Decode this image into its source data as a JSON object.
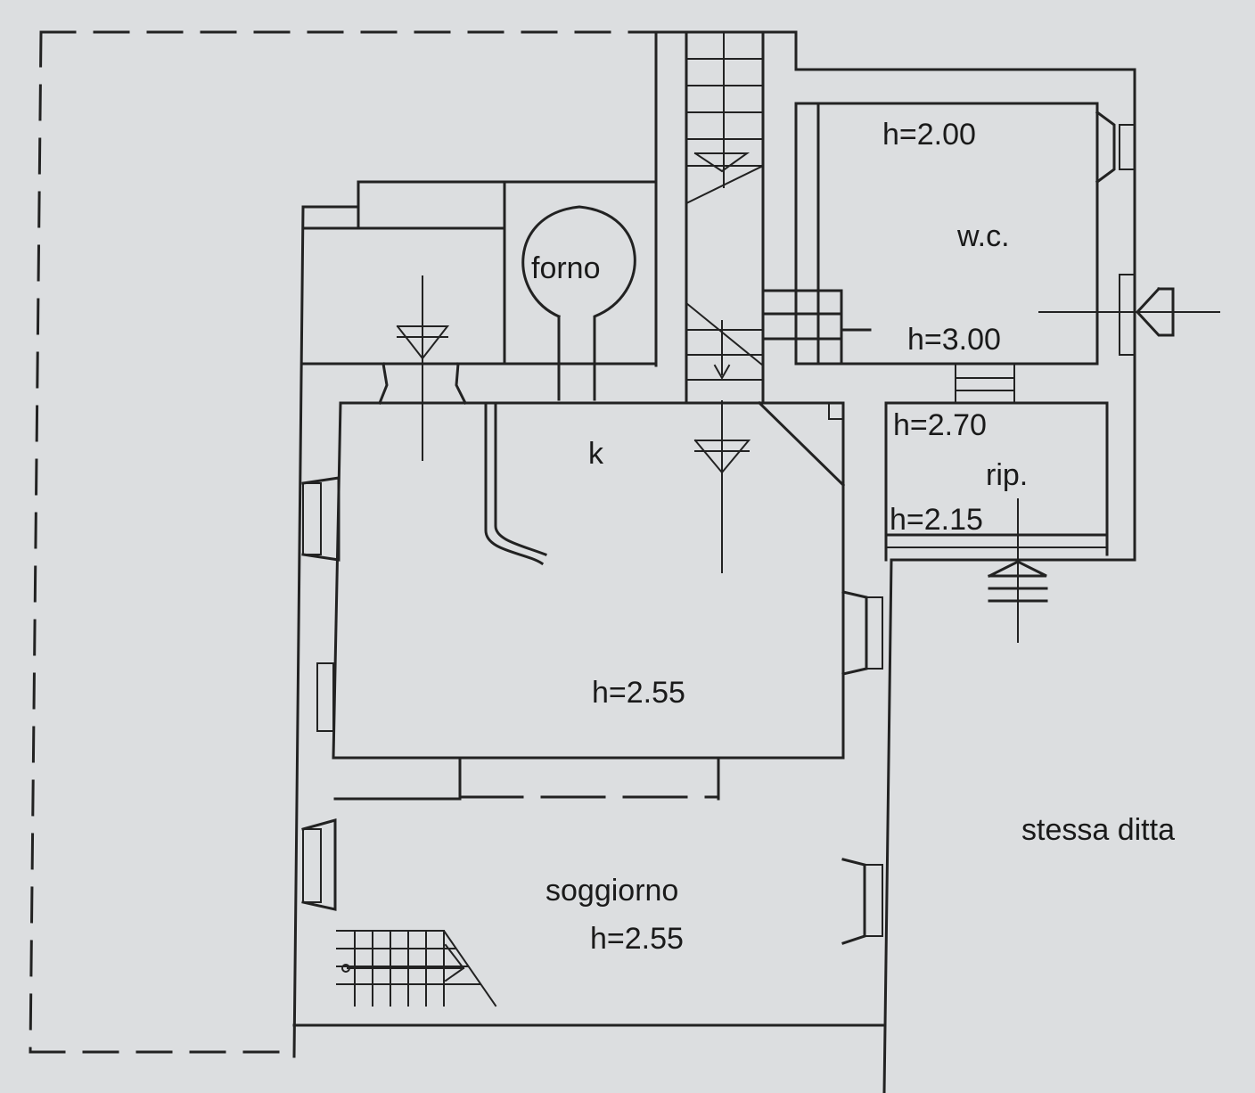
{
  "labels": {
    "forno": "forno",
    "kitchen": "k",
    "wc": "w.c.",
    "rip": "rip.",
    "soggiorno": "soggiorno",
    "neighbor": "stessa ditta"
  },
  "heights": {
    "wc_top": "h=2.00",
    "wc_bottom": "h=3.00",
    "rip_top": "h=2.70",
    "rip_bottom": "h=2.15",
    "kitchen": "h=2.55",
    "soggiorno": "h=2.55"
  }
}
